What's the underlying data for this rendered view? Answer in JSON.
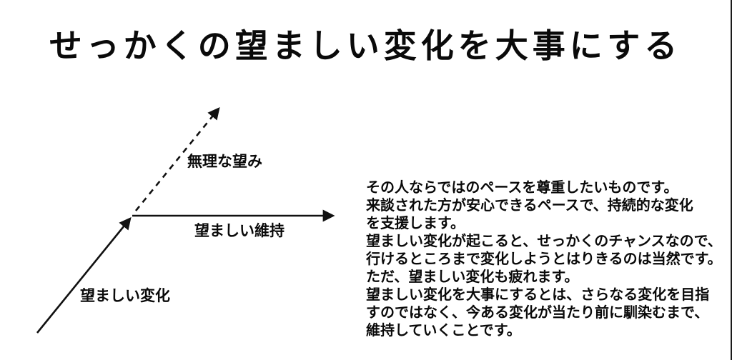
{
  "title": "せっかくの望ましい変化を大事にする",
  "diagram": {
    "labels": {
      "unreasonable_wish": "無理な望み",
      "desirable_maintenance": "望ましい維持",
      "desirable_change": "望ましい変化"
    }
  },
  "body": {
    "lines": [
      "その人ならではのペースを尊重したいものです。",
      "来談された方が安心できるペースで、持続的な変化",
      "を支援します。",
      "望ましい変化が起こると、せっかくのチャンスなので、",
      "行けるところまで変化しようとはりきるのは当然です。",
      "ただ、望ましい変化も疲れます。",
      "望ましい変化を大事にするとは、さらなる変化を目指",
      "すのではなく、今ある変化が当たり前に馴染むまで、",
      "維持していくことです。"
    ]
  }
}
